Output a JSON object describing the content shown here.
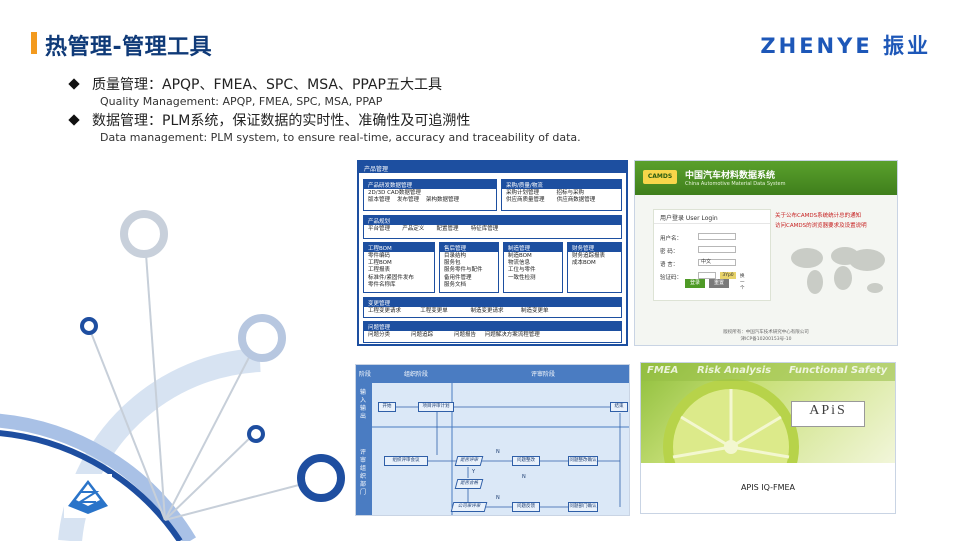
{
  "slide": {
    "title": "热管理-管理工具",
    "logo": "ZHENYE 振业",
    "bullets": [
      {
        "cn": "质量管理：APQP、FMEA、SPC、MSA、PPAP五大工具",
        "en": "Quality Management: APQP, FMEA, SPC, MSA, PPAP"
      },
      {
        "cn": "数据管理：PLM系统，保证数据的实时性、准确性及可追溯性",
        "en": "Data management: PLM system, to ensure real-time, accuracy and traceability of data."
      }
    ]
  },
  "plm": {
    "header": "产品管理",
    "sections": [
      {
        "h": "产品研发数据管理",
        "t": "2D/3D CAD数据管理\n版本管理    发布管理    架构数据管理"
      },
      {
        "h": "采购/质量/物流",
        "t": "采购计划管理          招标与采购\n供应商质量管理       供应商数据管理"
      },
      {
        "h": "产品规划",
        "t": "平台管理       产品定义       配置管理       特征库管理"
      },
      {
        "h": "工程BOM",
        "t": "零件编码\n工程BOM\n工程报表\n标准件/紧固件发布\n零件名称库"
      },
      {
        "h": "售后管理",
        "t": "目录结构\n服务包\n服务零件与配件\n备用件管理\n服务文档"
      },
      {
        "h": "制造管理",
        "t": "制造BOM\n物流信息\n工位与零件\n一致性检测"
      },
      {
        "h": "财务管理",
        "t": "财务追踪报表\n成本BOM"
      },
      {
        "h": "变更管理",
        "t": "工程变更请求           工程变更单             制造变更请求          制造变更单"
      },
      {
        "h": "问题管理",
        "t": "问题分类            问题追踪            问题报告     问题解决方案流程管理"
      }
    ]
  },
  "camds": {
    "logo": "CAMDS",
    "title": "中国汽车材料数据系统",
    "subtitle": "China Automotive Material Data System",
    "login_title": "用户登录 User Login",
    "fields": [
      "用户名：",
      "密  码：",
      "语  言：",
      "验证码："
    ],
    "language_value": "中文",
    "captcha_value": "3Yp0",
    "refresh_label": "换一个",
    "login_button": "登录",
    "reset_button": "重置",
    "links": [
      "关于公布CAMDS系统统计总的通知",
      "访问CAMDS的浏览器要求及设置说明"
    ],
    "footer": [
      "版权所有：中国汽车技术研究中心有限公司",
      "津ICP备10200153号-10"
    ]
  },
  "process": {
    "headers": [
      "阶段",
      "组织阶段",
      "评审阶段"
    ],
    "side_labels": [
      "输入输出",
      "评审组织部门"
    ],
    "boxes": [
      "开始",
      "项目评审计划",
      "结束",
      "组织评审会议",
      "是否评审",
      "问题整改",
      "问题整改确认",
      "是否合格",
      "公司审评审",
      "问题反馈",
      "问题部门确认"
    ],
    "marks": [
      "N",
      "Y",
      "N",
      "N"
    ]
  },
  "apis": {
    "banner": [
      "FMEA",
      "Risk Analysis",
      "Functional Safety"
    ],
    "product_name": "APiS",
    "caption": "APIS IQ-FMEA"
  }
}
